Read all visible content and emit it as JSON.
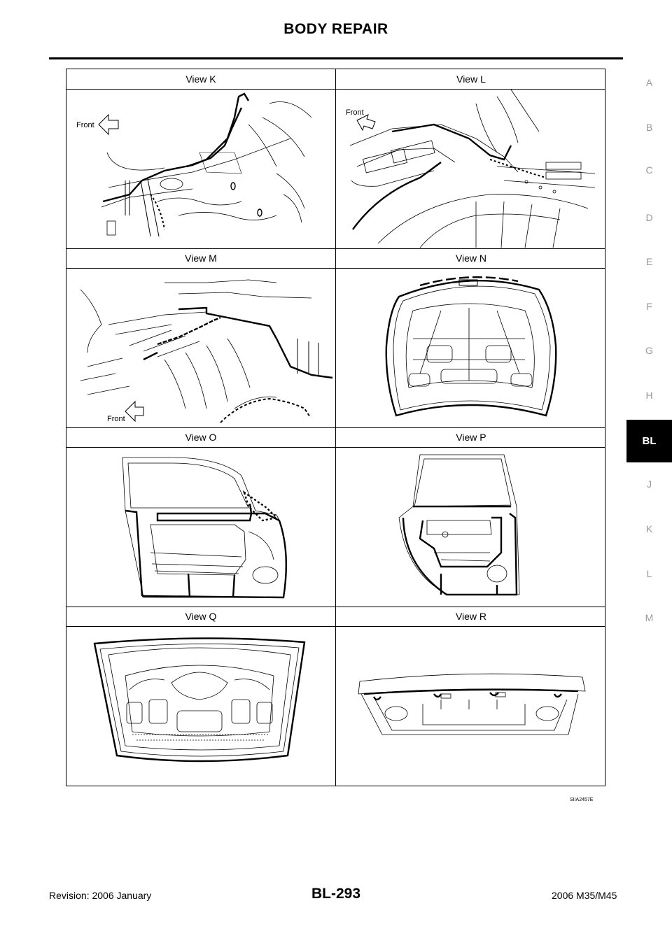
{
  "header": {
    "title": "BODY REPAIR"
  },
  "side_index": {
    "letters": [
      "A",
      "B",
      "C",
      "D",
      "E",
      "F",
      "G",
      "H",
      "BL",
      "J",
      "K",
      "L",
      "M"
    ],
    "active": "BL"
  },
  "table": {
    "rows": [
      {
        "left": "View K",
        "right": "View L"
      },
      {
        "left": "View M",
        "right": "View N"
      },
      {
        "left": "View O",
        "right": "View P"
      },
      {
        "left": "View Q",
        "right": "View R"
      }
    ]
  },
  "labels": {
    "front": "Front"
  },
  "figure_code": "SIIA2457E",
  "footer": {
    "revision": "Revision: 2006 January",
    "page": "BL-293",
    "model": "2006 M35/M45"
  }
}
